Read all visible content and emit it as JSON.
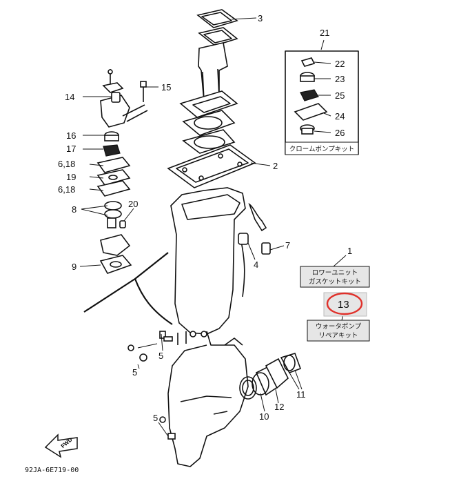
{
  "diagram_code": "92JA-6E719-00",
  "fwd_label": "FWD",
  "callouts": {
    "c1": "1",
    "c2": "2",
    "c3": "3",
    "c4": "4",
    "c5a": "5",
    "c5b": "5",
    "c5c": "5",
    "c6a": "6,18",
    "c6b": "6,18",
    "c7": "7",
    "c8": "8",
    "c9": "9",
    "c10": "10",
    "c11": "11",
    "c12": "12",
    "c13": "13",
    "c14": "14",
    "c15": "15",
    "c16": "16",
    "c17": "17",
    "c19": "19",
    "c20": "20",
    "c21": "21",
    "c22": "22",
    "c23": "23",
    "c24": "24",
    "c25": "25",
    "c26": "26"
  },
  "kits": {
    "chrome_pump_kit": "クロームポンプキット",
    "lower_unit_gasket_kit_line1": "ロワーユニット",
    "lower_unit_gasket_kit_line2": "ガスケットキット",
    "water_pump_repair_kit_line1": "ウォータポンプ",
    "water_pump_repair_kit_line2": "リペアキット"
  },
  "highlight": {
    "callout": "13",
    "color": "#e0312b"
  },
  "colors": {
    "ink": "#111111",
    "kit_box_fill": "#e6e6e6",
    "highlight_circle": "#e0312b"
  }
}
